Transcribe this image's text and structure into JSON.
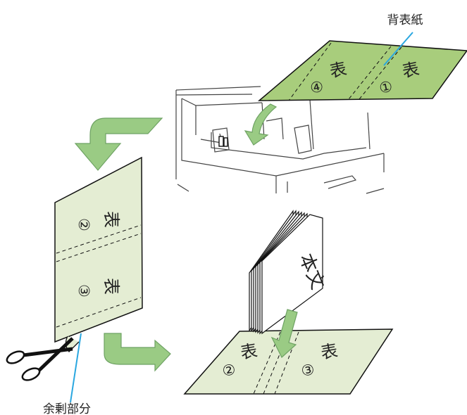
{
  "labels": {
    "cover_paper": "背表紙",
    "excess_part": "余剰部分",
    "body_text": "本文"
  },
  "sheet_text": {
    "omote": "表",
    "n1": "①",
    "n2": "②",
    "n3": "③",
    "n4": "④"
  },
  "colors": {
    "paper_dark": "#a8cd7c",
    "paper_light": "#e4edd3",
    "arrow_fill": "#9acb84",
    "arrow_stroke": "#6ea263",
    "callout_line": "#2aa7e0",
    "outline": "#111111"
  }
}
